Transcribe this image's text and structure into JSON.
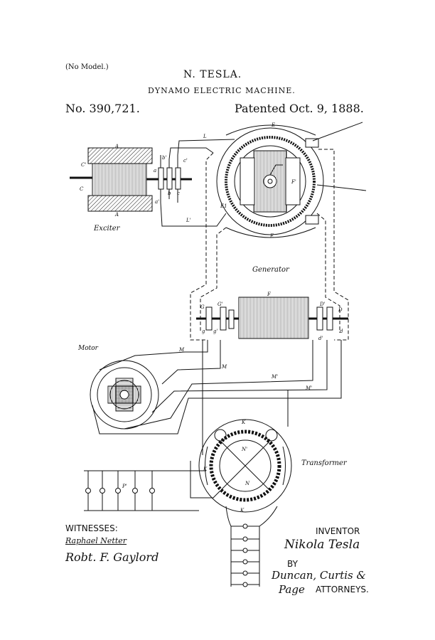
{
  "header": {
    "no_model": "(No Model.)",
    "inventor_name": "N. TESLA.",
    "title": "DYNAMO ELECTRIC MACHINE.",
    "patent_number": "No. 390,721.",
    "patented_date": "Patented Oct. 9, 1888."
  },
  "captions": {
    "exciter": "Exciter",
    "generator": "Generator",
    "motor": "Motor",
    "transformer": "Transformer"
  },
  "letters": {
    "A_top": "A",
    "A_bottom": "A",
    "C_prime": "C'",
    "C": "C",
    "b_prime": "b'",
    "c_prime": "c'",
    "a": "a",
    "b": "b",
    "c": "c",
    "a_prime": "a'",
    "L_top": "L",
    "L_prime": "L'",
    "E": "E",
    "E_bottom": "E",
    "E1": "E1",
    "F": "F",
    "F_prime": "F'",
    "D": "D",
    "D_prime": "D'",
    "G": "G",
    "G_prime": "G'",
    "g": "g",
    "g_prime": "g'",
    "d": "d",
    "d_prime": "d'",
    "M": "M",
    "M_lower": "M",
    "M_prime": "M'",
    "M_prime2": "M'",
    "P_prime": "P'",
    "K_top": "K",
    "K_bottom": "K",
    "K_side": "K",
    "N": "N",
    "N_prime": "N'"
  },
  "footer": {
    "witnesses_label": "WITNESSES:",
    "witness_1": "Raphael Netter",
    "witness_2": "Robt. F. Gaylord",
    "inventor_label": "INVENTOR",
    "inventor_signature": "Nikola Tesla",
    "by_label": "BY",
    "attorneys_signature_1": "Duncan, Curtis &",
    "attorneys_signature_2": "Page",
    "attorneys_label": "ATTORNEYS."
  }
}
